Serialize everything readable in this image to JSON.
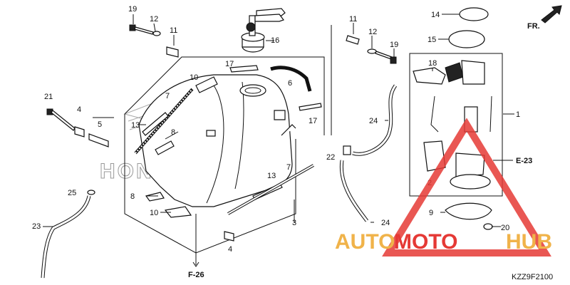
{
  "diagram": {
    "callouts": {
      "c19a": "19",
      "c12a": "12",
      "c11a": "11",
      "c16": "16",
      "c11b": "11",
      "c12b": "12",
      "c19b": "19",
      "c14": "14",
      "c15": "15",
      "c18": "18",
      "c17a": "17",
      "c10a": "10",
      "c6": "6",
      "c7a": "7",
      "c21": "21",
      "c4a": "4",
      "c5": "5",
      "c13a": "13",
      "c8a": "8",
      "c17b": "17",
      "c24a": "24",
      "c1": "1",
      "c22": "22",
      "c3": "2",
      "c13b": "13",
      "c7b": "7",
      "c25": "25",
      "c8b": "8",
      "c10b": "10",
      "c3b": "3",
      "c23": "23",
      "c4b": "4",
      "c24b": "24",
      "c9": "9",
      "c20": "20"
    },
    "refs": {
      "e23": "E-23",
      "f26": "F-26",
      "fr": "FR."
    },
    "catalog_code": "KZZ9F2100",
    "watermark": {
      "brand": "HONDA",
      "auto": "AUTO",
      "moto": "MOTO",
      "hub": "HUB"
    },
    "colors": {
      "watermark_orange": "#f0b34a",
      "watermark_red": "#e53935",
      "line": "#111111"
    }
  }
}
